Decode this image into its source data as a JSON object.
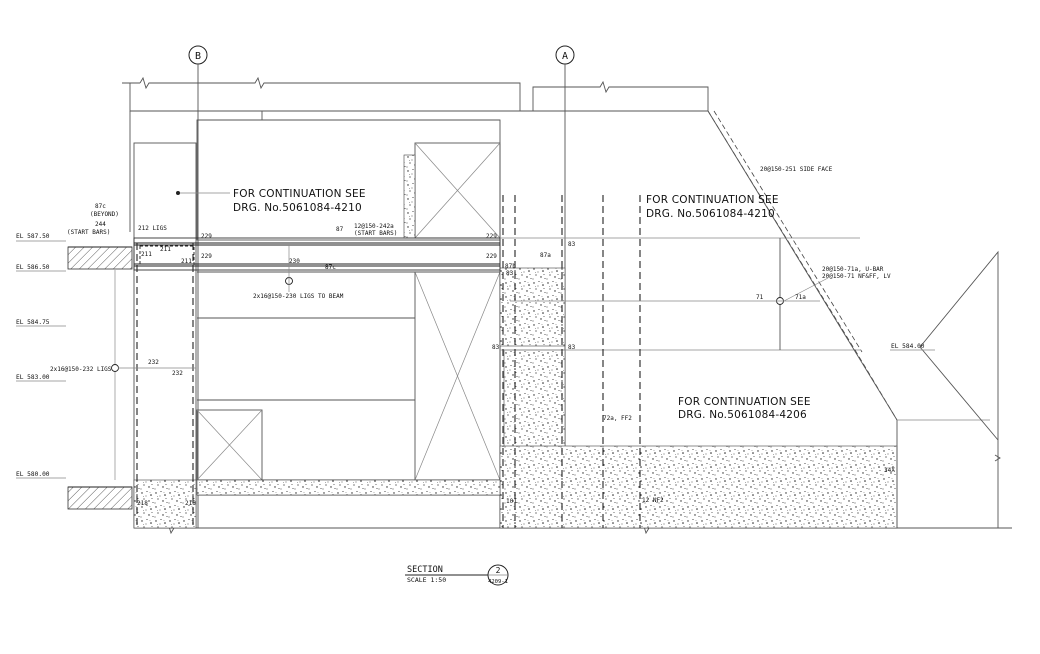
{
  "grid_labels": {
    "b": "B",
    "a": "A"
  },
  "notes": {
    "cont1_l1": "FOR CONTINUATION SEE",
    "cont1_l2": "DRG. No.5061084-4210",
    "cont2_l1": "FOR CONTINUATION SEE",
    "cont2_l2": "DRG. No.5061084-4210",
    "cont3_l1": "FOR CONTINUATION SEE",
    "cont3_l2": "DRG. No.5061084-4206"
  },
  "elevations": {
    "el1": "EL 587.50",
    "el2": "EL 586.50",
    "el3": "EL 584.75",
    "el4": "EL 583.00",
    "el5": "EL 580.00",
    "el6": "EL 584.00"
  },
  "rebar": {
    "r87c_top": "87c",
    "beyond": "(BEYOND)",
    "r244": "244",
    "start_bars": "(START BARS)",
    "ligs212": "212 LIGS",
    "r229a": "229",
    "r229b": "229",
    "r229c": "229",
    "r229d": "229",
    "r211a": "211",
    "r211b": "211",
    "r211c": "211",
    "r230": "230",
    "r87": "87",
    "r87c_mid": "87c",
    "r12": "12@150-242a",
    "start_bars2": "(START BARS)",
    "r83a": "83",
    "r83b": "83",
    "r83c": "83",
    "r83d": "83",
    "r87a": "87a",
    "r87b": "87b",
    "ligs_beam": "2x16@150-230 LIGS TO BEAM",
    "ligs232": "2x16@150-232 LIGS",
    "r232a": "232",
    "r232b": "232",
    "r71": "71",
    "r71a": "71a",
    "side_face": "20@150-251 SIDE FACE",
    "ubar1": "20@150-71a, U-BAR",
    "ubar2": "20@150-71 NF&FF, LV",
    "r72": "72a, FF2",
    "r12nf": "12 NF2",
    "r34x": "34X",
    "r218": "218",
    "r218b": "218",
    "r101": "101"
  },
  "title": {
    "section": "SECTION",
    "scale": "SCALE 1:50",
    "num": "2",
    "ref": "4209-1"
  }
}
